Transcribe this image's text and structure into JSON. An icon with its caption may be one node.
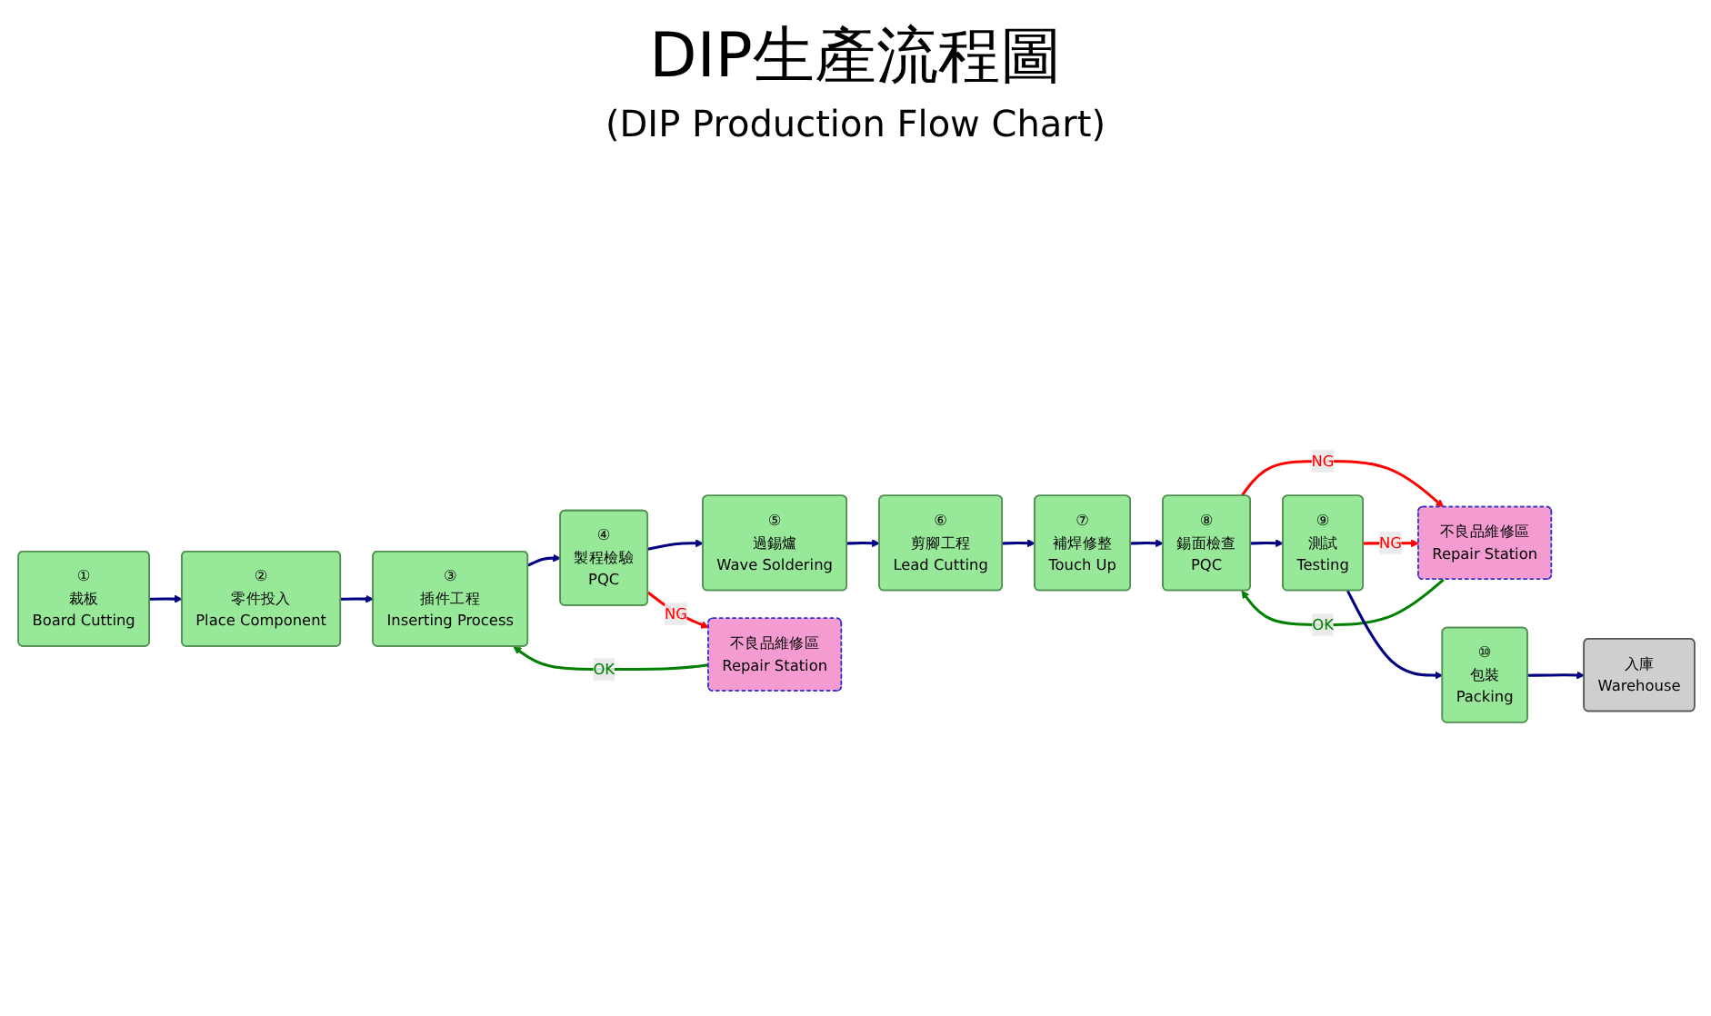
{
  "diagram": {
    "title": "DIP生產流程圖",
    "caption": "(DIP Production Flow Chart)",
    "nodes": [
      {
        "text": [
          "①",
          "裁板",
          "Board Cutting"
        ]
      },
      {
        "text": [
          "②",
          "零件投入",
          "Place Component"
        ]
      },
      {
        "text": [
          "③",
          "插件工程",
          "Inserting Process"
        ]
      },
      {
        "text": [
          "④",
          "製程檢驗",
          "PQC"
        ]
      },
      {
        "text": [
          "⑤",
          "過錫爐",
          "Wave Soldering"
        ]
      },
      {
        "text": [
          "不良品維修區",
          "Repair Station"
        ]
      },
      {
        "text": [
          "⑥",
          "剪腳工程",
          "Lead Cutting"
        ]
      },
      {
        "text": [
          "⑦",
          "補焊修整",
          "Touch Up"
        ]
      },
      {
        "text": [
          "⑧",
          "錫面檢查",
          "PQC"
        ]
      },
      {
        "text": [
          "不良品維修區",
          "Repair Station"
        ]
      },
      {
        "text": [
          "⑨",
          "測試",
          "Testing"
        ]
      },
      {
        "text": [
          "⑩",
          "包裝",
          "Packing"
        ]
      },
      {
        "text": [
          "入庫",
          "Warehouse"
        ]
      }
    ],
    "edges": [
      {
        "from": 0,
        "to": 1,
        "arrow": "to"
      },
      {
        "from": 1,
        "to": 2,
        "arrow": "to"
      },
      {
        "from": 2,
        "to": 3,
        "arrow": "to"
      },
      {
        "from": 3,
        "to": 4,
        "arrow": "to"
      },
      {
        "from": 3,
        "to": 5,
        "arrow": "to",
        "label": "NG",
        "color": "#ff0000"
      },
      {
        "from": 5,
        "to": 2,
        "arrow": "to",
        "label": "OK",
        "color": "#008000"
      },
      {
        "from": 4,
        "to": 6,
        "arrow": "to"
      },
      {
        "from": 6,
        "to": 7,
        "arrow": "to"
      },
      {
        "from": 7,
        "to": 8,
        "arrow": "to"
      },
      {
        "from": 9,
        "to": 8,
        "arrow": "to",
        "label": "OK",
        "color": "#008000"
      },
      {
        "from": 8,
        "to": 9,
        "arrow": "to",
        "label": "NG",
        "color": "#ff0000"
      },
      {
        "from": 10,
        "to": 9,
        "arrow": "to",
        "label": "NG",
        "color": "#ff0000"
      },
      {
        "from": 8,
        "to": 10,
        "arrow": "to"
      },
      {
        "from": 10,
        "to": 11,
        "arrow": "to"
      },
      {
        "from": 11,
        "to": 12,
        "arrow": "to"
      }
    ]
  }
}
